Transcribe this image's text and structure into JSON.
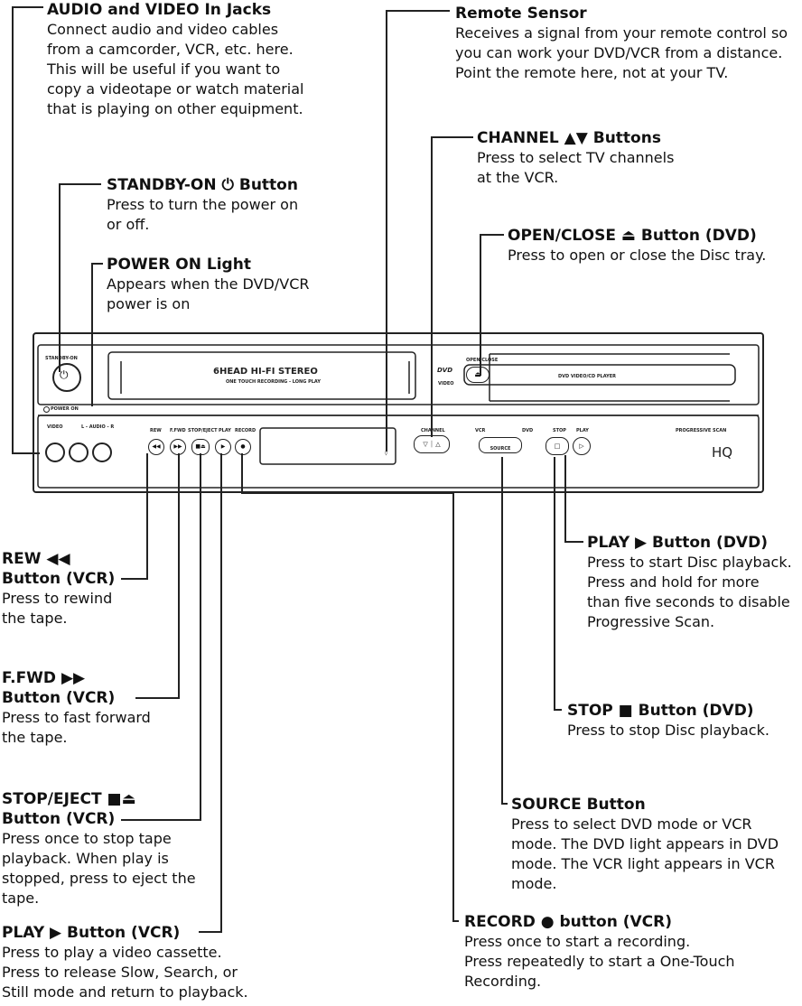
{
  "callouts": {
    "av_in": {
      "title": "AUDIO and VIDEO In Jacks",
      "desc": "Connect audio and video cables\nfrom a camcorder, VCR, etc. here.\nThis will be useful if you want to\ncopy a videotape or watch material\nthat is playing on other equipment."
    },
    "remote": {
      "title": "Remote Sensor",
      "desc": "Receives a signal from your remote control so\nyou can work your DVD/VCR from a distance.\nPoint the remote here, not at your TV."
    },
    "channel": {
      "title": "CHANNEL ▲▼  Buttons",
      "desc": "Press to select TV channels\nat the VCR."
    },
    "standby": {
      "title": "STANDBY-ON ⏻ Button",
      "desc": "Press to turn the power on\nor off."
    },
    "open_close": {
      "title": "OPEN/CLOSE ⏏ Button (DVD)",
      "desc": "Press to open or close the Disc tray."
    },
    "power_light": {
      "title": "POWER ON Light",
      "desc": "Appears when the DVD/VCR\npower is on"
    },
    "rew": {
      "title": "REW ◀◀\nButton (VCR)",
      "desc": "Press to rewind\nthe tape."
    },
    "play_dvd": {
      "title": "PLAY ▶ Button (DVD)",
      "desc": "Press to start Disc playback.\nPress and hold for more\nthan five seconds to disable\nProgressive Scan."
    },
    "ffwd": {
      "title": "F.FWD ▶▶\nButton (VCR)",
      "desc": "Press to fast forward\nthe tape."
    },
    "stop_dvd": {
      "title": "STOP ■ Button (DVD)",
      "desc": "Press to stop Disc playback."
    },
    "stop_eject": {
      "title": "STOP/EJECT ■⏏\nButton (VCR)",
      "desc": "Press once to stop tape\nplayback. When play is\nstopped, press to eject the\ntape."
    },
    "source": {
      "title": "SOURCE Button",
      "desc": "Press to select DVD mode or VCR\nmode. The DVD light appears in DVD\nmode. The VCR light appears in VCR\nmode."
    },
    "play_vcr": {
      "title": "PLAY ▶ Button (VCR)",
      "desc": "Press to play a video cassette.\nPress to release Slow, Search, or\nStill mode and return to playback."
    },
    "record": {
      "title": "RECORD ● button (VCR)",
      "desc": "Press once to start a recording.\nPress repeatedly to start a One-Touch\nRecording."
    }
  },
  "device": {
    "standby_label": "STANDBY-ON",
    "power_on_label": "POWER ON",
    "hifi_label": "6HEAD HI-FI STEREO",
    "hifi_sub": "ONE TOUCH RECORDING - LONG PLAY",
    "dvd_logo": "DVD",
    "dvd_sub": "VIDEO",
    "open_close_label": "OPEN/CLOSE",
    "dvd_player_label": "DVD VIDEO/CD PLAYER",
    "video_label": "VIDEO",
    "audio_label": "L - AUDIO - R",
    "rew_label": "REW",
    "ffwd_label": "F.FWD",
    "stop_eject_label": "STOP/EJECT",
    "play_label": "PLAY",
    "record_label": "RECORD",
    "channel_label": "CHANNEL",
    "vcr_label": "VCR",
    "dvd_label": "DVD",
    "source_label": "SOURCE",
    "stop_label": "STOP",
    "play_dvd_label": "PLAY",
    "progressive_label": "PROGRESSIVE SCAN",
    "hq_label": "HQ"
  }
}
